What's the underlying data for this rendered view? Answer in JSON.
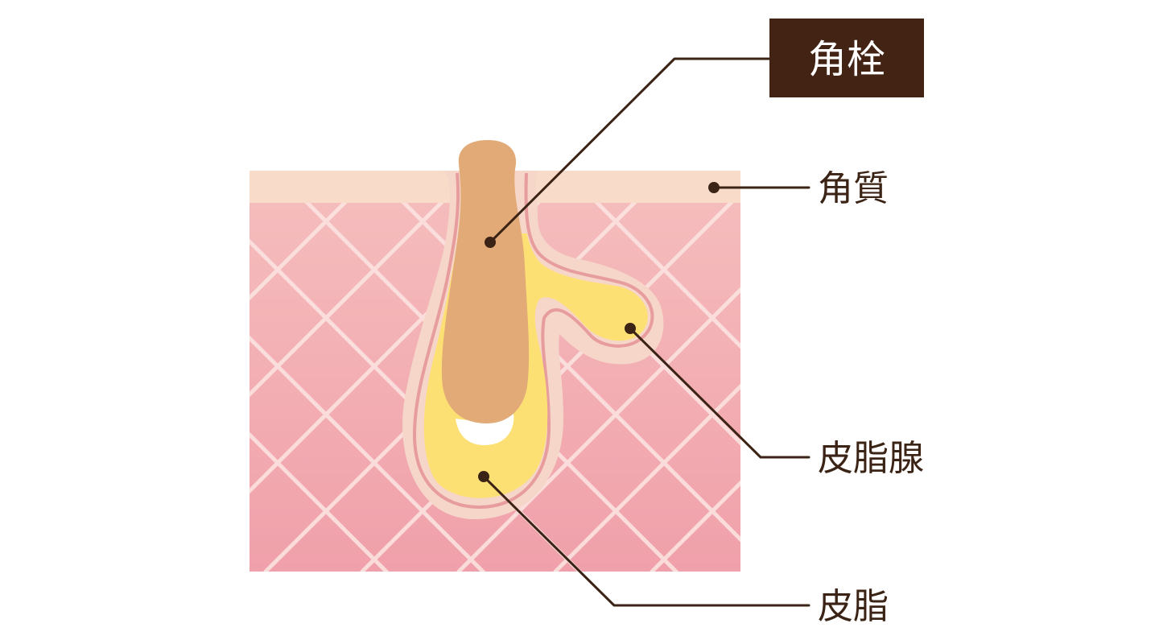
{
  "labels": {
    "plug": "角栓",
    "keratin": "角質",
    "sebaceous_gland": "皮脂腺",
    "sebum": "皮脂"
  },
  "colors": {
    "background": "#ffffff",
    "keratin_layer": "#f8dcc9",
    "dermis_top": "#f5bcbc",
    "dermis_bottom": "#f0a0aa",
    "cross_lines": "#fbe3e0",
    "follicle_wall": "#f6d6c8",
    "follicle_outline": "#e79c9e",
    "sebum": "#fde074",
    "plug": "#e2aa76",
    "title_box": "#432314",
    "leader_line": "#3b2316"
  }
}
